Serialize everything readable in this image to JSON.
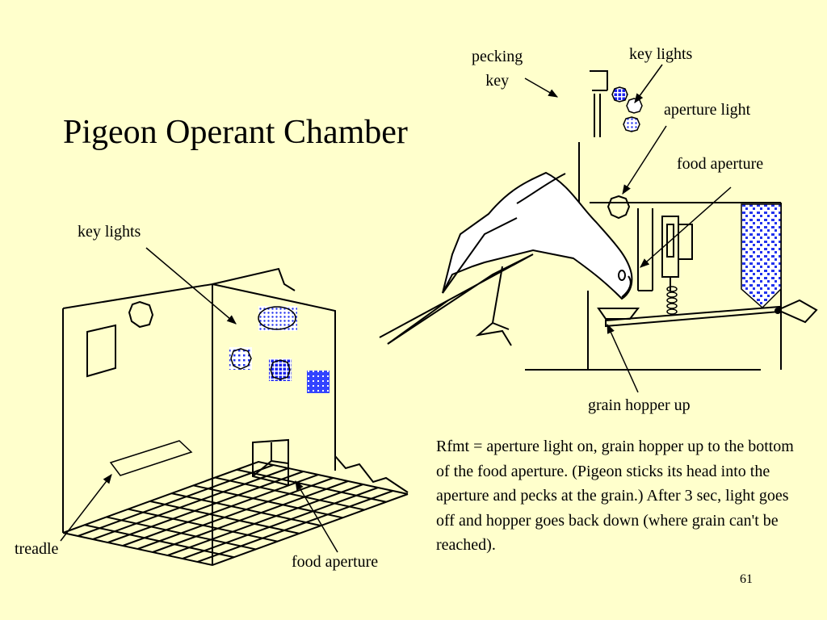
{
  "slide": {
    "title": "Pigeon Operant Chamber",
    "page_number": "61",
    "colors": {
      "background": "#ffffcc",
      "ink": "#000000",
      "light_blue": "#3333ff"
    }
  },
  "labels": {
    "key_lights_left": "key lights",
    "treadle": "treadle",
    "food_aperture_left": "food aperture",
    "pecking_key": "pecking\nkey",
    "key_lights_right": "key lights",
    "aperture_light": "aperture light",
    "food_aperture_right": "food aperture",
    "grain_hopper_up": "grain hopper up"
  },
  "description": "Rfmt = aperture light on, grain hopper up to the bottom of the food aperture. (Pigeon sticks its head into the aperture and pecks at the grain.) After 3 sec, light goes off and hopper goes back down (where grain can't be reached)."
}
